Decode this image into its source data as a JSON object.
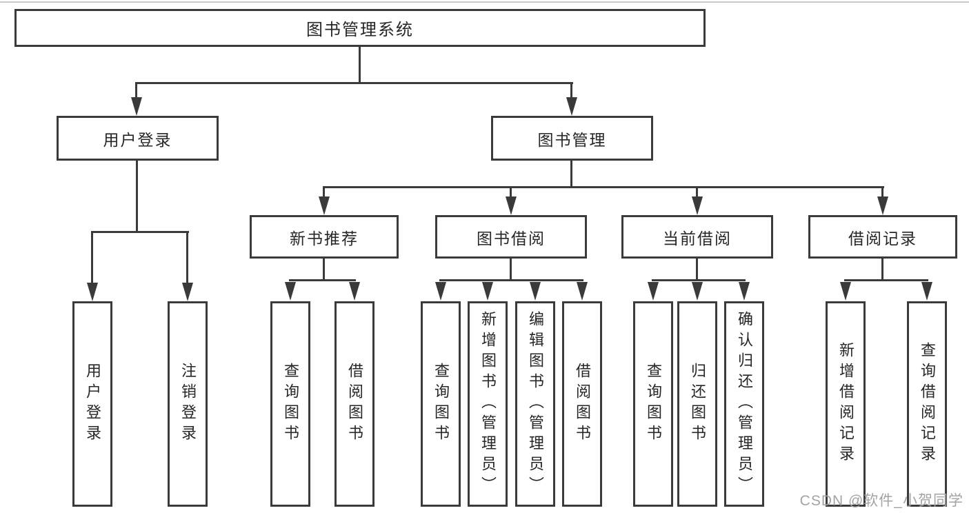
{
  "diagram": {
    "root": {
      "label": "图书管理系统"
    },
    "level2": [
      {
        "label": "用户登录"
      },
      {
        "label": "图书管理"
      }
    ],
    "level3": [
      {
        "label": "新书推荐"
      },
      {
        "label": "图书借阅"
      },
      {
        "label": "当前借阅"
      },
      {
        "label": "借阅记录"
      }
    ],
    "leaves": {
      "user_login": [
        "用户登录",
        "注销登录"
      ],
      "new_book_recommend": [
        "查询图书",
        "借阅图书"
      ],
      "book_borrow": [
        "查询图书",
        "新增图书（管理员）",
        "编辑图书（管理员）",
        "借阅图书"
      ],
      "current_borrow": [
        "查询图书",
        "归还图书",
        "确认归还（管理员）"
      ],
      "borrow_records": [
        "新增借阅记录",
        "查询借阅记录"
      ]
    }
  },
  "watermark": {
    "text": "CSDN @软件_小贺同学"
  },
  "colors": {
    "line": "#3a3a3a",
    "text": "#262626",
    "watermark": "#a3a3a3",
    "background": "#ffffff"
  }
}
